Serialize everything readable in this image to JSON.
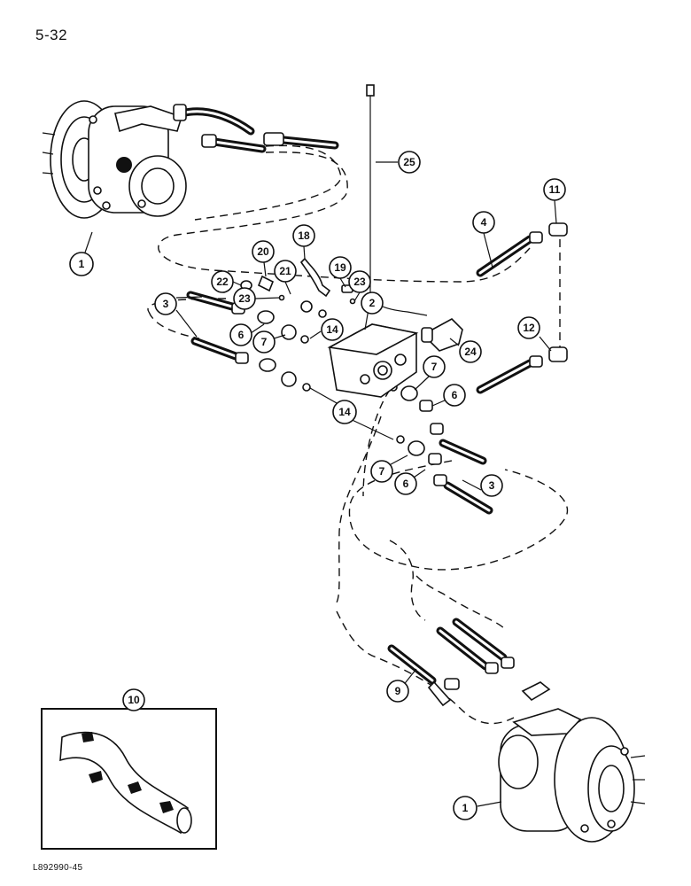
{
  "page": {
    "number": "5-32",
    "figure_code": "L892990-45"
  },
  "callouts": {
    "c1_top": "1",
    "c1_bottom": "1",
    "c2": "2",
    "c3_left": "3",
    "c3_right": "3",
    "c4": "4",
    "c6_left": "6",
    "c6_right_upper": "6",
    "c6_right_lower": "6",
    "c7_left": "7",
    "c7_right_upper": "7",
    "c7_right_lower": "7",
    "c9": "9",
    "c10": "10",
    "c11": "11",
    "c12": "12",
    "c14_upper": "14",
    "c14_lower": "14",
    "c18": "18",
    "c19": "19",
    "c20": "20",
    "c21": "21",
    "c22": "22",
    "c23_left": "23",
    "c23_right": "23",
    "c24": "24",
    "c25": "25"
  }
}
